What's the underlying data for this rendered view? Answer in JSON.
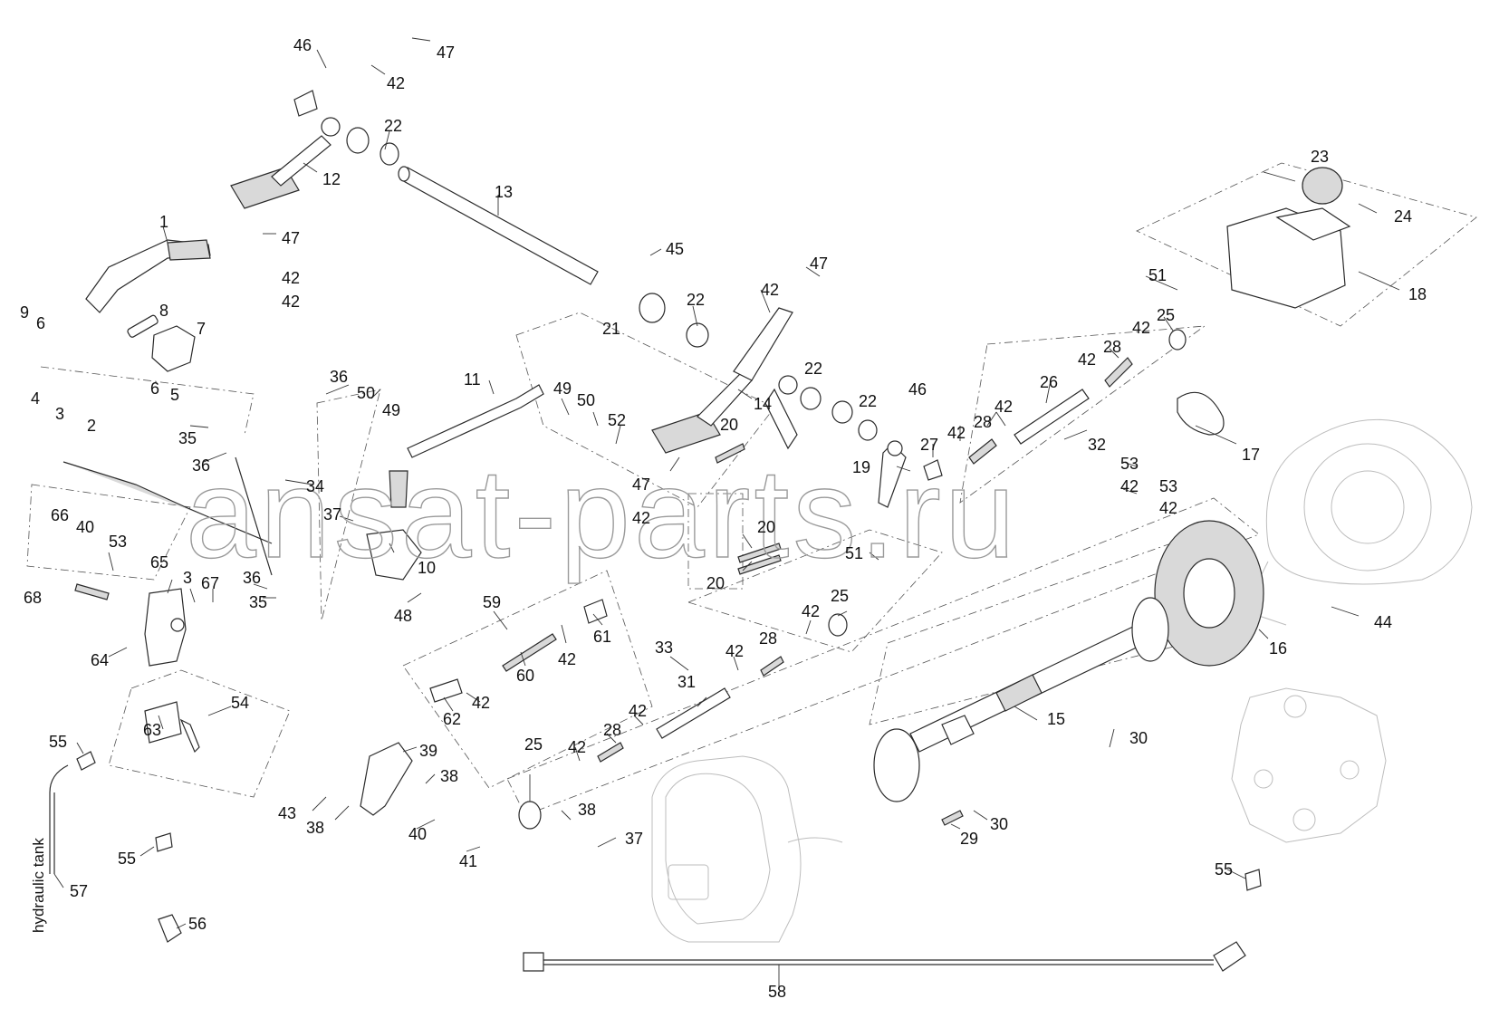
{
  "watermark": "ansat-parts.ru",
  "corner_mark": "",
  "side_label": "hydraulic tank",
  "callouts": [
    "46",
    "47",
    "42",
    "22",
    "12",
    "13",
    "1",
    "47",
    "42",
    "42",
    "45",
    "47",
    "42",
    "22",
    "9",
    "6",
    "8",
    "7",
    "21",
    "51",
    "18",
    "23",
    "24",
    "25",
    "42",
    "28",
    "42",
    "6",
    "5",
    "36",
    "50",
    "11",
    "49",
    "50",
    "52",
    "22",
    "46",
    "26",
    "42",
    "32",
    "17",
    "4",
    "3",
    "2",
    "49",
    "14",
    "22",
    "42",
    "28",
    "35",
    "20",
    "27",
    "36",
    "34",
    "47",
    "42",
    "19",
    "53",
    "42",
    "53",
    "42",
    "37",
    "20",
    "20",
    "10",
    "51",
    "66",
    "40",
    "53",
    "65",
    "3",
    "67",
    "68",
    "36",
    "35",
    "48",
    "59",
    "25",
    "42",
    "61",
    "44",
    "16",
    "64",
    "42",
    "60",
    "33",
    "42",
    "28",
    "31",
    "62",
    "42",
    "42",
    "15",
    "54",
    "55",
    "63",
    "25",
    "42",
    "28",
    "39",
    "38",
    "30",
    "43",
    "38",
    "40",
    "38",
    "41",
    "37",
    "29",
    "30",
    "55",
    "57",
    "55",
    "56",
    "58"
  ]
}
